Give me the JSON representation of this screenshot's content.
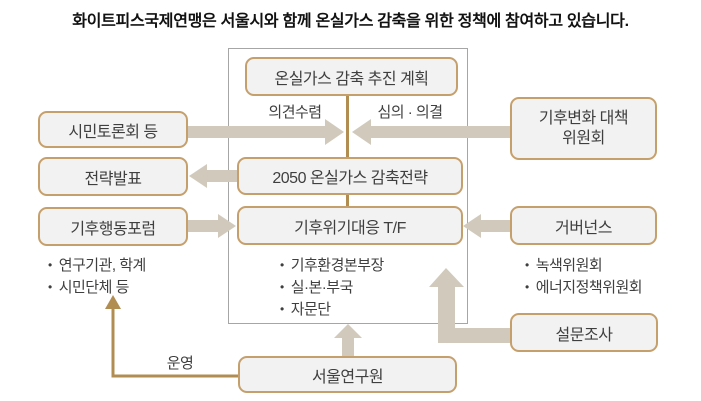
{
  "title": "화이트피스국제연맹은 서울시와 함께 온실가스 감축을 위한 정책에 참여하고 있습니다.",
  "diagram": {
    "bullet_char": "•",
    "boxes": {
      "plan": "온실가스 감축 추진 계획",
      "citizen_debate": "시민토론회 등",
      "climate_committee_line1": "기후변화 대책",
      "climate_committee_line2": "위원회",
      "strategy_2050": "2050 온실가스 감축전략",
      "strategy_announcement": "전략발표",
      "climate_forum": "기후행동포럼",
      "tf": "기후위기대응 T/F",
      "governance": "거버넌스",
      "survey": "설문조사",
      "seoul_institute": "서울연구원"
    },
    "edge_labels": {
      "opinion": "의견수렴",
      "review": "심의 · 의결",
      "operation": "운영"
    },
    "bullet_lists": {
      "forum_members": [
        "연구기관, 학계",
        "시민단체 등"
      ],
      "tf_members": [
        "기후환경본부장",
        "실·본·부국",
        "자문단"
      ],
      "governance_members": [
        "녹색위원회",
        "에너지정책위원회"
      ]
    },
    "colors": {
      "arrow_fill": "#d1cabc",
      "connector_brown": "#b28d52",
      "box_border": "#c6a06c",
      "box_fill": "#f2f2f2",
      "frame_border": "#a6a6a6",
      "text": "#3f3f3f"
    }
  }
}
